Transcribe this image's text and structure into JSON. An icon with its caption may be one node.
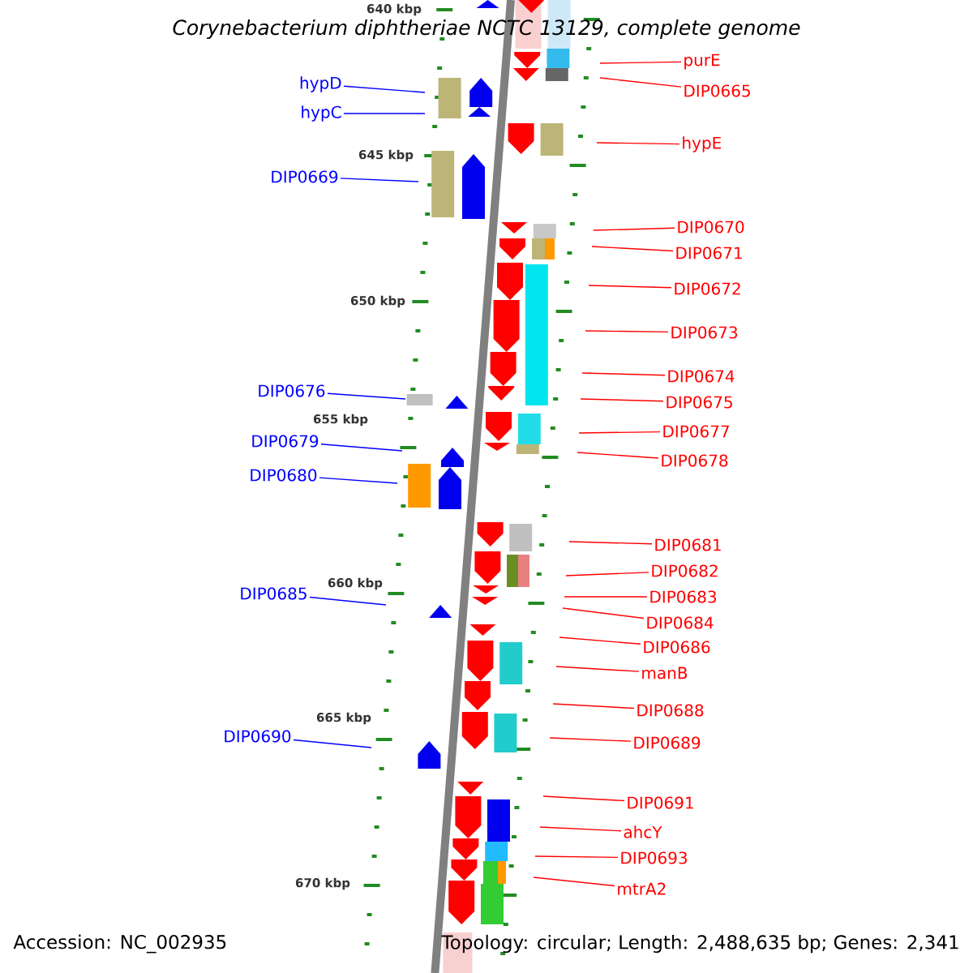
{
  "diagram": {
    "title": "Corynebacterium diphtheriae NCTC 13129, complete genome",
    "nodes": [
      {
        "text": [
          "purE"
        ]
      },
      {
        "text": [
          "hypD"
        ]
      },
      {
        "text": [
          "DIP0665"
        ]
      },
      {
        "text": [
          "hypC"
        ]
      },
      {
        "text": [
          "hypE"
        ]
      },
      {
        "text": [
          "DIP0669"
        ]
      },
      {
        "text": [
          "DIP0670"
        ]
      },
      {
        "text": [
          "DIP0671"
        ]
      },
      {
        "text": [
          "DIP0672"
        ]
      },
      {
        "text": [
          "DIP0673"
        ]
      },
      {
        "text": [
          "DIP0674"
        ]
      },
      {
        "text": [
          "DIP0676"
        ]
      },
      {
        "text": [
          "DIP0675"
        ]
      },
      {
        "text": [
          "DIP0677"
        ]
      },
      {
        "text": [
          "DIP0679"
        ]
      },
      {
        "text": [
          "DIP0678"
        ]
      },
      {
        "text": [
          "DIP0680"
        ]
      },
      {
        "text": [
          "DIP0681"
        ]
      },
      {
        "text": [
          "DIP0682"
        ]
      },
      {
        "text": [
          "DIP0685"
        ]
      },
      {
        "text": [
          "DIP0683"
        ]
      },
      {
        "text": [
          "DIP0684"
        ]
      },
      {
        "text": [
          "DIP0686"
        ]
      },
      {
        "text": [
          "manB"
        ]
      },
      {
        "text": [
          "DIP0688"
        ]
      },
      {
        "text": [
          "DIP0690"
        ]
      },
      {
        "text": [
          "DIP0689"
        ]
      },
      {
        "text": [
          "DIP0691"
        ]
      },
      {
        "text": [
          "ahcY"
        ]
      },
      {
        "text": [
          "DIP0693"
        ]
      },
      {
        "text": [
          "mtrA2"
        ]
      }
    ],
    "edges": [
      {
        "from": 0,
        "to": null,
        "arrow": "none"
      },
      {
        "from": 1,
        "to": null,
        "arrow": "none",
        "color": "#0000ff"
      },
      {
        "from": 2,
        "to": null,
        "arrow": "none"
      },
      {
        "from": 3,
        "to": null,
        "arrow": "none",
        "color": "#0000ff"
      },
      {
        "from": 4,
        "to": null,
        "arrow": "none"
      },
      {
        "from": 5,
        "to": null,
        "arrow": "none",
        "color": "#0000ff"
      },
      {
        "from": 6,
        "to": null,
        "arrow": "none"
      },
      {
        "from": 7,
        "to": null,
        "arrow": "none"
      },
      {
        "from": 8,
        "to": null,
        "arrow": "none"
      },
      {
        "from": 9,
        "to": null,
        "arrow": "none"
      },
      {
        "from": 10,
        "to": null,
        "arrow": "none"
      },
      {
        "from": 11,
        "to": null,
        "arrow": "none",
        "color": "#0000ff"
      },
      {
        "from": 12,
        "to": null,
        "arrow": "none"
      },
      {
        "from": 13,
        "to": null,
        "arrow": "none"
      },
      {
        "from": 14,
        "to": null,
        "arrow": "none",
        "color": "#0000ff"
      },
      {
        "from": 15,
        "to": null,
        "arrow": "none"
      },
      {
        "from": 16,
        "to": null,
        "arrow": "none",
        "color": "#0000ff"
      },
      {
        "from": 17,
        "to": null,
        "arrow": "none"
      },
      {
        "from": 18,
        "to": null,
        "arrow": "none"
      },
      {
        "from": 19,
        "to": null,
        "arrow": "none",
        "color": "#0000ff"
      },
      {
        "from": 20,
        "to": null,
        "arrow": "none"
      },
      {
        "from": 21,
        "to": null,
        "arrow": "none"
      },
      {
        "from": 22,
        "to": null,
        "arrow": "none"
      },
      {
        "from": 23,
        "to": null,
        "arrow": "none"
      },
      {
        "from": 24,
        "to": null,
        "arrow": "none"
      },
      {
        "from": 25,
        "to": null,
        "arrow": "none",
        "color": "#0000ff"
      },
      {
        "from": 26,
        "to": null,
        "arrow": "none"
      },
      {
        "from": 27,
        "to": null,
        "arrow": "none"
      },
      {
        "from": 28,
        "to": null,
        "arrow": "none"
      },
      {
        "from": 29,
        "to": null,
        "arrow": "none"
      },
      {
        "from": 30,
        "to": null,
        "arrow": "none"
      }
    ],
    "labels": [
      "640 kbp",
      "645 kbp",
      "650 kbp",
      "655 kbp",
      "660 kbp",
      "665 kbp",
      "670 kbp",
      "Accession: NC_002935",
      "Topology: circular; Length: 2,488,635 bp; Genes: 2,341"
    ]
  }
}
